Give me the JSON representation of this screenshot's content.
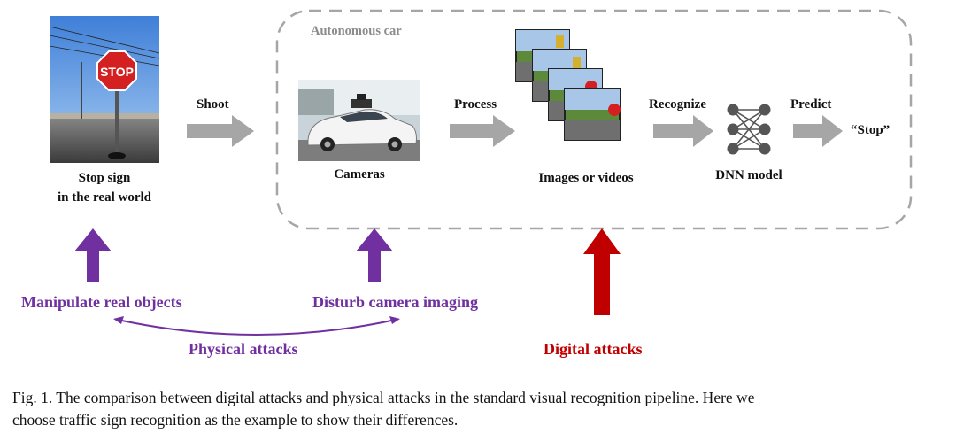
{
  "figure": {
    "container_label": "Autonomous car",
    "stop_sign_text": "STOP",
    "stop_sign_label_line1": "Stop sign",
    "stop_sign_label_line2": "in the real world",
    "shoot_label": "Shoot",
    "cameras_label": "Cameras",
    "process_label": "Process",
    "images_label": "Images or videos",
    "recognize_label": "Recognize",
    "dnn_label": "DNN model",
    "predict_label": "Predict",
    "output_label": "“Stop”",
    "manipulate_label": "Manipulate real objects",
    "disturb_label": "Disturb camera imaging",
    "physical_label": "Physical attacks",
    "digital_label": "Digital attacks"
  },
  "caption": {
    "line1": "Fig. 1.  The comparison between digital attacks and physical attacks in the standard visual recognition pipeline. Here we",
    "line2": "choose traffic sign recognition as the example to show their differences."
  },
  "colors": {
    "purple": "#7030a0",
    "red": "#c00000",
    "gray_arrow": "#a6a6a6",
    "dashed_border": "#a6a6a6"
  }
}
